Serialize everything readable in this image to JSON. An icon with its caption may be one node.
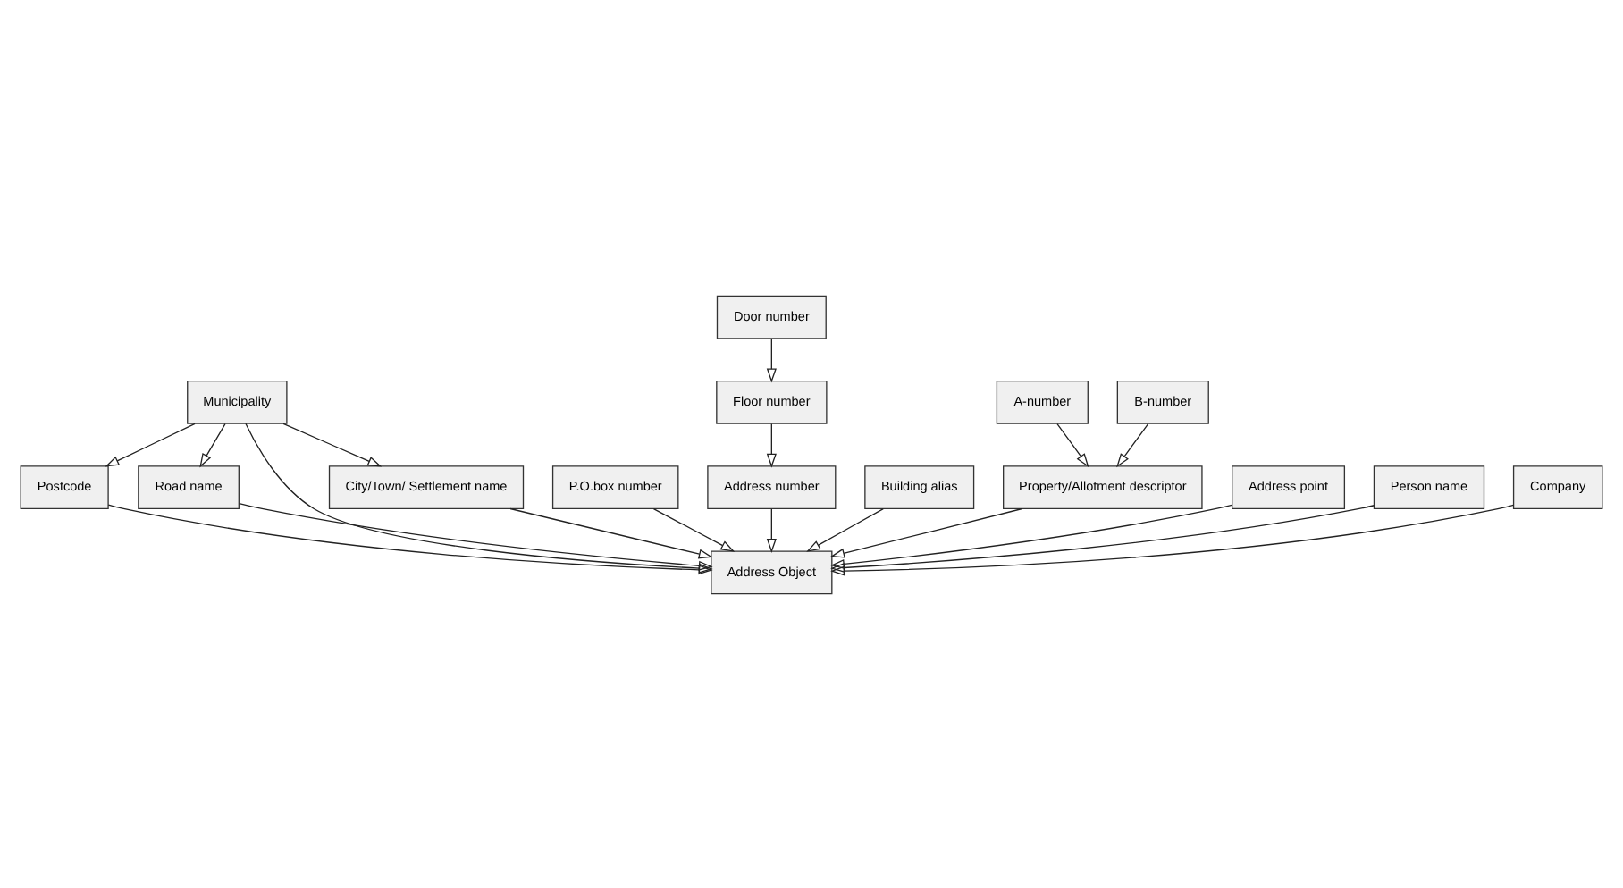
{
  "diagram": {
    "nodes": [
      {
        "text": [
          "Postcode"
        ]
      },
      {
        "text": [
          "Municipality"
        ]
      },
      {
        "text": [
          "Road name"
        ]
      },
      {
        "text": [
          "P.O.box number"
        ]
      },
      {
        "text": [
          "Address Object"
        ]
      },
      {
        "text": [
          "Address number"
        ]
      },
      {
        "text": [
          "City/Town/ Settlement name"
        ]
      },
      {
        "text": [
          "Floor number"
        ]
      },
      {
        "text": [
          "Building alias"
        ]
      },
      {
        "text": [
          "Property/Allotment descriptor"
        ]
      },
      {
        "text": [
          "Door number"
        ]
      },
      {
        "text": [
          "Address point"
        ]
      },
      {
        "text": [
          "A-number"
        ]
      },
      {
        "text": [
          "B-number"
        ]
      },
      {
        "text": [
          "Person name"
        ]
      },
      {
        "text": [
          "Company"
        ]
      }
    ],
    "edges": [
      {
        "from": 1,
        "to": 0,
        "arrow": "to"
      },
      {
        "from": 1,
        "to": 2,
        "arrow": "to"
      },
      {
        "from": 1,
        "to": 4,
        "arrow": "to"
      },
      {
        "from": 0,
        "to": 4,
        "arrow": "to"
      },
      {
        "from": 2,
        "to": 4,
        "arrow": "to"
      },
      {
        "from": 3,
        "to": 4,
        "arrow": "to"
      },
      {
        "from": 5,
        "to": 4,
        "arrow": "to"
      },
      {
        "from": 6,
        "to": 4,
        "arrow": "to"
      },
      {
        "from": 1,
        "to": 6,
        "arrow": "to"
      },
      {
        "from": 7,
        "to": 5,
        "arrow": "to"
      },
      {
        "from": 10,
        "to": 7,
        "arrow": "to"
      },
      {
        "from": 8,
        "to": 4,
        "arrow": "to"
      },
      {
        "from": 11,
        "to": 4,
        "arrow": "to"
      },
      {
        "from": 9,
        "to": 4,
        "arrow": "to"
      },
      {
        "from": 12,
        "to": 9,
        "arrow": "to"
      },
      {
        "from": 13,
        "to": 9,
        "arrow": "to"
      },
      {
        "from": 14,
        "to": 4,
        "arrow": "to"
      },
      {
        "from": 15,
        "to": 4,
        "arrow": "to"
      }
    ]
  }
}
